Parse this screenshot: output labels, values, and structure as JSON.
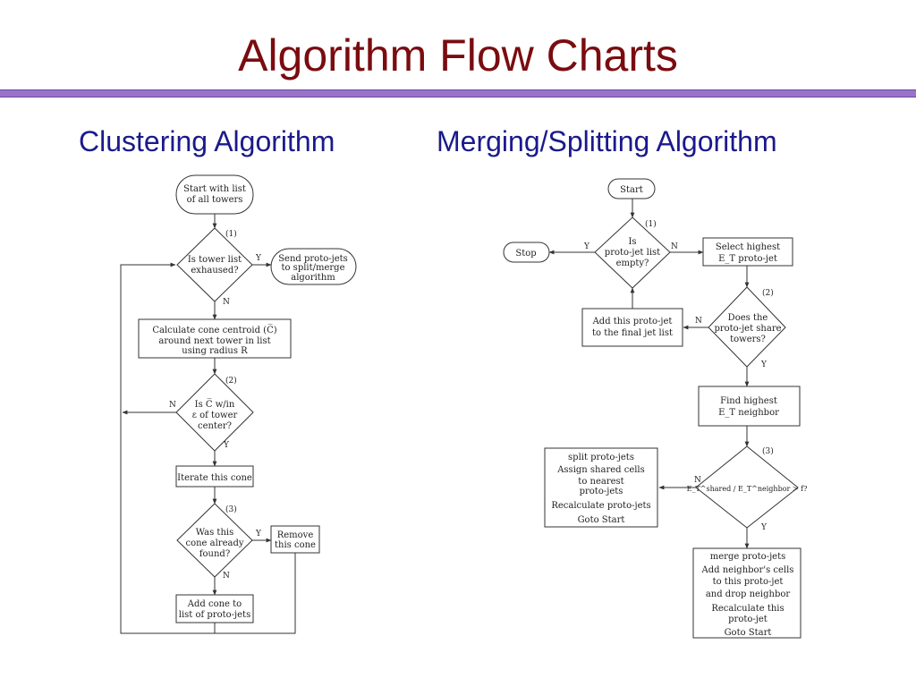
{
  "slide": {
    "title": "Algorithm Flow Charts",
    "left_heading": "Clustering Algorithm",
    "right_heading": "Merging/Splitting Algorithm"
  },
  "clustering": {
    "start": [
      "Start with list",
      "of all towers"
    ],
    "d1_tag": "(1)",
    "d1": [
      "Is tower list",
      "exhaused?"
    ],
    "d1_yes": "Y",
    "d1_no": "N",
    "send": [
      "Send proto-jets",
      "to split/merge",
      "algorithm"
    ],
    "calc": [
      "Calculate cone centroid (C̅)",
      "around next tower in list",
      "using radius R"
    ],
    "d2_tag": "(2)",
    "d2": [
      "Is C̅ w/in",
      "ε of tower",
      "center?"
    ],
    "d2_no": "N",
    "d2_yes": "Y",
    "iterate": "Iterate this cone",
    "d3_tag": "(3)",
    "d3": [
      "Was this",
      "cone already",
      "found?"
    ],
    "d3_yes": "Y",
    "d3_no": "N",
    "remove": [
      "Remove",
      "this cone"
    ],
    "add": [
      "Add cone to",
      "list of proto-jets"
    ]
  },
  "merging": {
    "start": "Start",
    "d1_tag": "(1)",
    "d1": [
      "Is",
      "proto-jet list",
      "empty?"
    ],
    "d1_yes": "Y",
    "d1_no": "N",
    "stop": "Stop",
    "select": [
      "Select highest",
      "E_T proto-jet"
    ],
    "d2_tag": "(2)",
    "d2": [
      "Does the",
      "proto-jet share",
      "towers?"
    ],
    "d2_no": "N",
    "d2_yes": "Y",
    "add_final": [
      "Add this proto-jet",
      "to the final jet list"
    ],
    "find": [
      "Find highest",
      "E_T neighbor"
    ],
    "d3_tag": "(3)",
    "d3": "E_T^shared / E_T^neighbor > f?",
    "d3_no": "N",
    "d3_yes": "Y",
    "split": [
      "split proto-jets",
      "Assign shared cells",
      "to nearest",
      "proto-jets",
      "Recalculate proto-jets",
      "Goto Start"
    ],
    "merge": [
      "merge proto-jets",
      "Add neighbor's cells",
      "to this proto-jet",
      "and drop neighbor",
      "Recalculate this",
      "proto-jet",
      "Goto Start"
    ]
  }
}
